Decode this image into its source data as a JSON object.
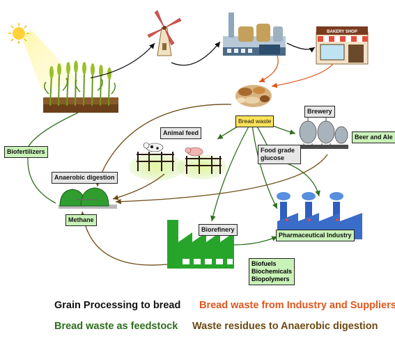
{
  "labels": {
    "bread_waste": "Bread waste",
    "brewery": "Brewery",
    "beer_and_ale": "Beer and Ale",
    "animal_feed": "Animal feed",
    "food_grade_glucose": "Food grade glucose",
    "biofertilizers": "Biofertilizers",
    "anaerobic_digestion": "Anaerobic digestion",
    "methane": "Methane",
    "biorefinery": "Biorefinery",
    "pharmaceutical_industry": "Pharmaceutical Industry",
    "bakery_sign": "BAKERY SHOP",
    "bio_products": [
      "Biofuels",
      "Biochemicals",
      "Biopolymers"
    ]
  },
  "legend": [
    {
      "text": "Grain Processing to bread",
      "color": "#111111"
    },
    {
      "text": "Bread waste from Industry and Suppliers",
      "color": "#e2561c"
    },
    {
      "text": "Bread waste as feedstock",
      "color": "#2f6e1e"
    },
    {
      "text": "Waste residues to Anaerobic digestion",
      "color": "#6b4a12"
    }
  ],
  "icons": [
    "sun-icon",
    "wheat-field-icon",
    "windmill-icon",
    "grain-factory-icon",
    "bakery-shop-icon",
    "bread-pile-icon",
    "brewery-tanks-icon",
    "animal-pen-icon",
    "anaerobic-digester-icon",
    "biorefinery-factory-icon",
    "pharmaceutical-factory-icon"
  ]
}
